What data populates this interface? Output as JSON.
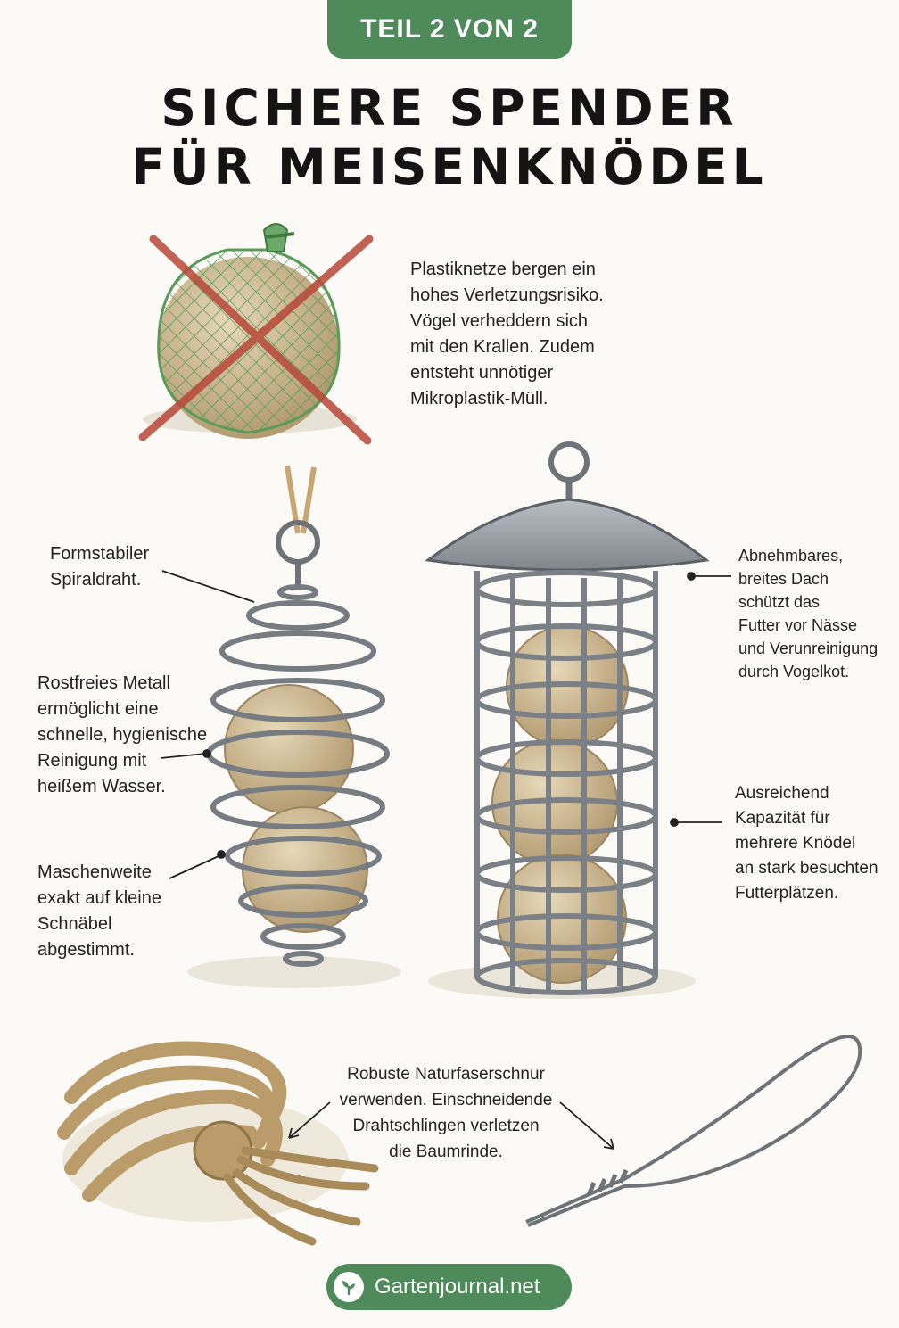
{
  "badge": "TEIL 2 VON 2",
  "title_line1": "SICHERE SPENDER",
  "title_line2": "FÜR MEISENKNÖDEL",
  "notes": {
    "plastic_net": "Plastiknetze bergen ein\nhohes Verletzungsrisiko.\nVögel verheddern sich\nmit den Krallen. Zudem\nentsteht unnötiger\nMikroplastik-Müll.",
    "spiral_wire": "Formstabiler\nSpiraldraht.",
    "stainless": "Rostfreies Metall\nermöglicht eine\nschnelle, hygienische\nReinigung mit\nheißem Wasser.",
    "mesh": "Maschenweite\nexakt auf kleine\nSchnäbel\nabgestimmt.",
    "roof": "Abnehmbares,\nbreites Dach\nschützt das\nFutter vor Nässe\nund Verunreinigung\ndurch Vogelkot.",
    "capacity": "Ausreichend\nKapazität für\nmehrere Knödel\nan stark besuchten\nFutterplätzen.",
    "cord": "Robuste Naturfaserschnur\nverwenden. Einschneidende\nDrahtschlingen verletzen\ndie Baumrinde."
  },
  "footer": {
    "brand": "Gartenjournal.net",
    "logo_icon": "plant-leaf-icon"
  },
  "colors": {
    "brand_green": "#4f8a5b",
    "cross_red": "#b8483a",
    "net_green": "#5a9a5a",
    "metal": "#8a9096",
    "ball": "#cdbb95",
    "rope": "#b99c6a"
  }
}
